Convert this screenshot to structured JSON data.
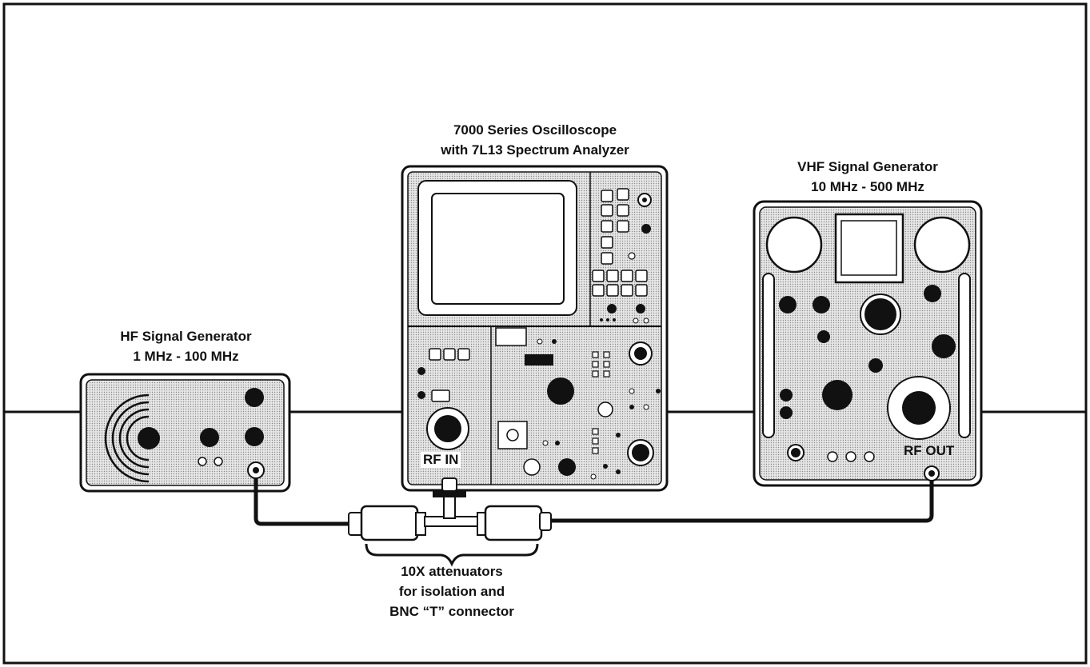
{
  "oscilloscope": {
    "title_line1": "7000 Series Oscilloscope",
    "title_line2": "with 7L13 Spectrum Analyzer",
    "port_label": "RF IN"
  },
  "hf_generator": {
    "title_line1": "HF Signal Generator",
    "title_line2": "1 MHz - 100 MHz"
  },
  "vhf_generator": {
    "title_line1": "VHF Signal Generator",
    "title_line2": "10 MHz - 500 MHz",
    "port_label": "RF OUT"
  },
  "attenuator_note": {
    "line1": "10X attenuators",
    "line2": "for isolation and",
    "line3": "BNC “T” connector"
  },
  "colors": {
    "ink": "#111111",
    "panel_fill": "#d9d9d9",
    "background": "#ffffff"
  }
}
